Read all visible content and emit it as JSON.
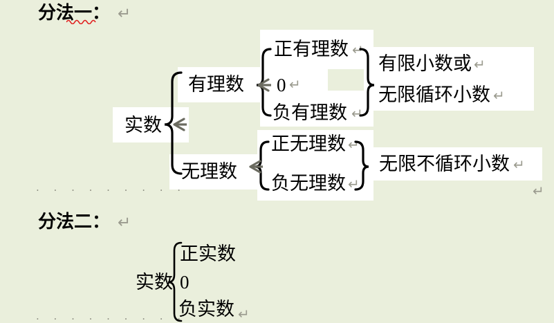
{
  "document": {
    "background_color": "#eaefdc",
    "highlight_color": "#ffffff",
    "text_color": "#000000",
    "mark_color": "#9b9b8f"
  },
  "sections": [
    {
      "heading": "分法一：",
      "root": "实数",
      "branches": [
        {
          "label": "有理数",
          "children": [
            "正有理数",
            "0",
            "负有理数"
          ],
          "result": [
            "有限小数或",
            "无限循环小数"
          ]
        },
        {
          "label": "无理数",
          "children": [
            "正无理数",
            "负无理数"
          ],
          "result": [
            "无限不循环小数"
          ]
        }
      ]
    },
    {
      "heading": "分法二：",
      "root": "实数",
      "children": [
        "正实数",
        "0",
        "负实数"
      ]
    }
  ],
  "marks": {
    "pilcrow": "↵",
    "leader_dots": ". . . . . . . . ."
  }
}
